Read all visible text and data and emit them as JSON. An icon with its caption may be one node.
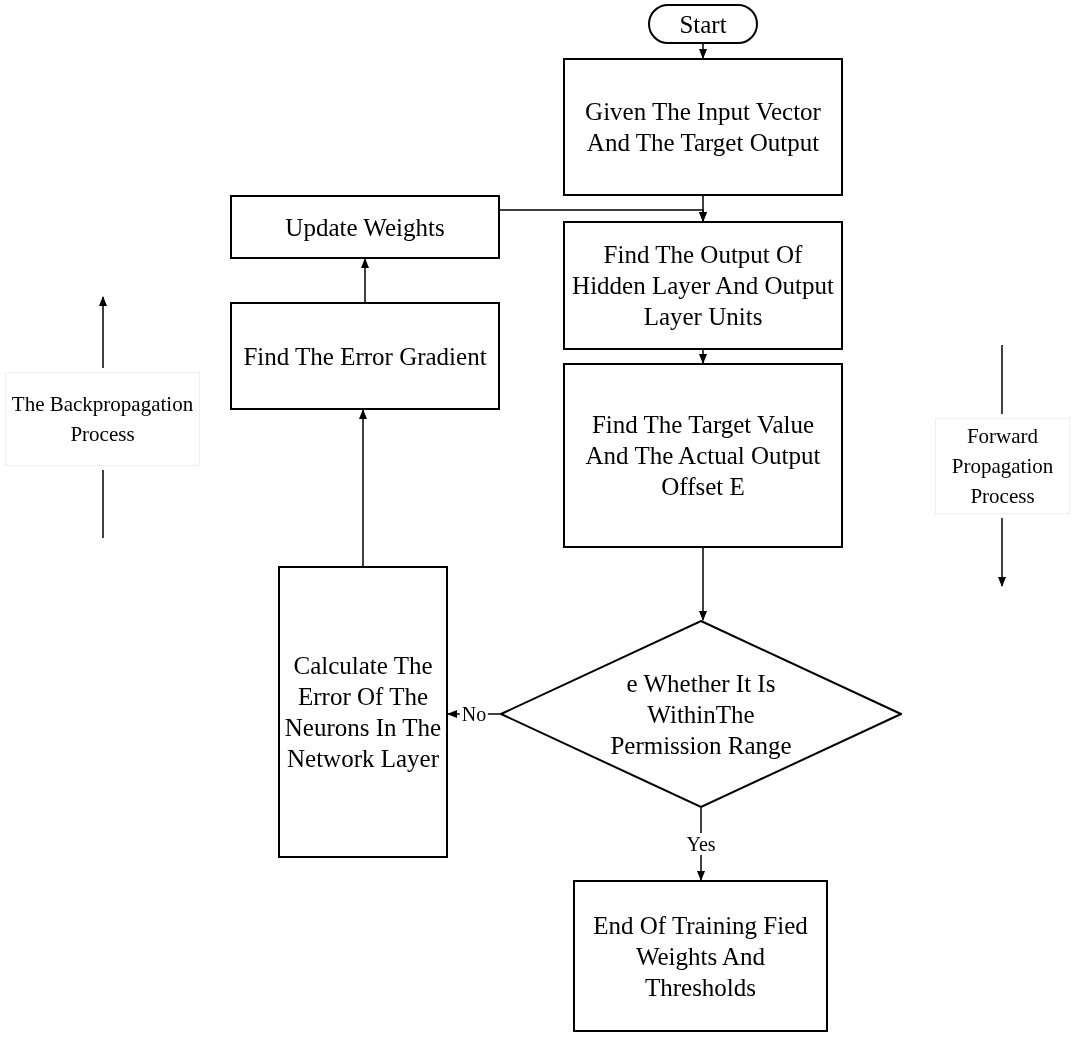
{
  "diagram": {
    "nodes": [
      {
        "text": [
          "Start"
        ]
      },
      {
        "text": [
          "Given The Input Vector And The Target Output"
        ]
      },
      {
        "text": [
          "Update Weights"
        ]
      },
      {
        "text": [
          "Find The Output Of Hidden Layer And Output Layer Units"
        ]
      },
      {
        "text": [
          "Find The Error Gradient"
        ]
      },
      {
        "text": [
          "Find The Target Value And The Actual Output Offset E"
        ]
      },
      {
        "text": [
          "e Whether It Is WithinThe Permission Range"
        ]
      },
      {
        "text": [
          "Calculate The Error Of The Neurons In The Network Layer"
        ]
      },
      {
        "text": [
          "End Of Training Fied Weights And Thresholds"
        ]
      }
    ],
    "edges": [
      {
        "from": 0,
        "to": 1,
        "arrow": "to"
      },
      {
        "from": 1,
        "to": 3,
        "arrow": "to"
      },
      {
        "from": 2,
        "to": 3,
        "arrow": "to"
      },
      {
        "from": 3,
        "to": 5,
        "arrow": "to"
      },
      {
        "from": 5,
        "to": 6,
        "arrow": "to"
      },
      {
        "from": 6,
        "to": 7,
        "arrow": "to",
        "label": "No"
      },
      {
        "from": 6,
        "to": 8,
        "arrow": "to",
        "label": "Yes"
      },
      {
        "from": 7,
        "to": 4,
        "arrow": "to"
      },
      {
        "from": 4,
        "to": 2,
        "arrow": "to"
      }
    ],
    "labels": [
      "The Backpropagation Process",
      "Forward Propagation Process"
    ]
  }
}
